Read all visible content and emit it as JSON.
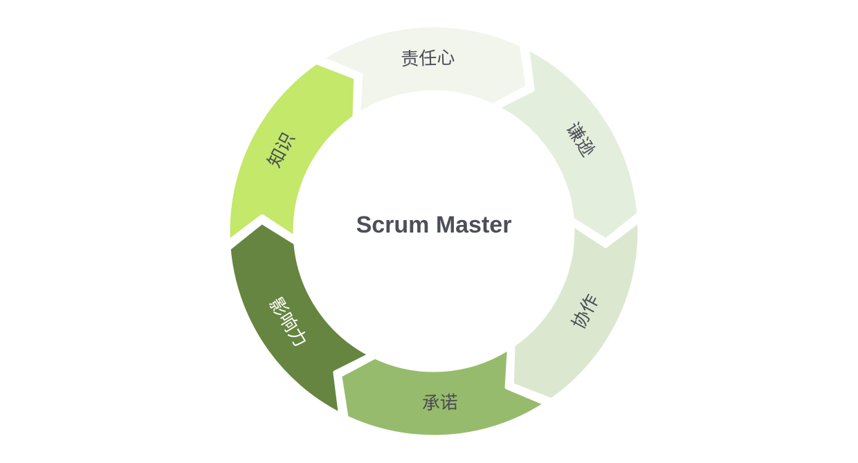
{
  "center": {
    "title": "Scrum Master"
  },
  "segments": [
    {
      "label": "谦逊",
      "color": "#e4eedc",
      "text_color": "#4a4d55"
    },
    {
      "label": "协作",
      "color": "#dbe7cf",
      "text_color": "#4a4d55"
    },
    {
      "label": "承诺",
      "color": "#97bb6c",
      "text_color": "#4a4d55"
    },
    {
      "label": "影响力",
      "color": "#668540",
      "text_color": "#ffffff"
    },
    {
      "label": "知识",
      "color": "#c3e86a",
      "text_color": "#4a4d55"
    },
    {
      "label": "责任心",
      "color": "#f1f5ec",
      "text_color": "#4a4d55"
    }
  ]
}
